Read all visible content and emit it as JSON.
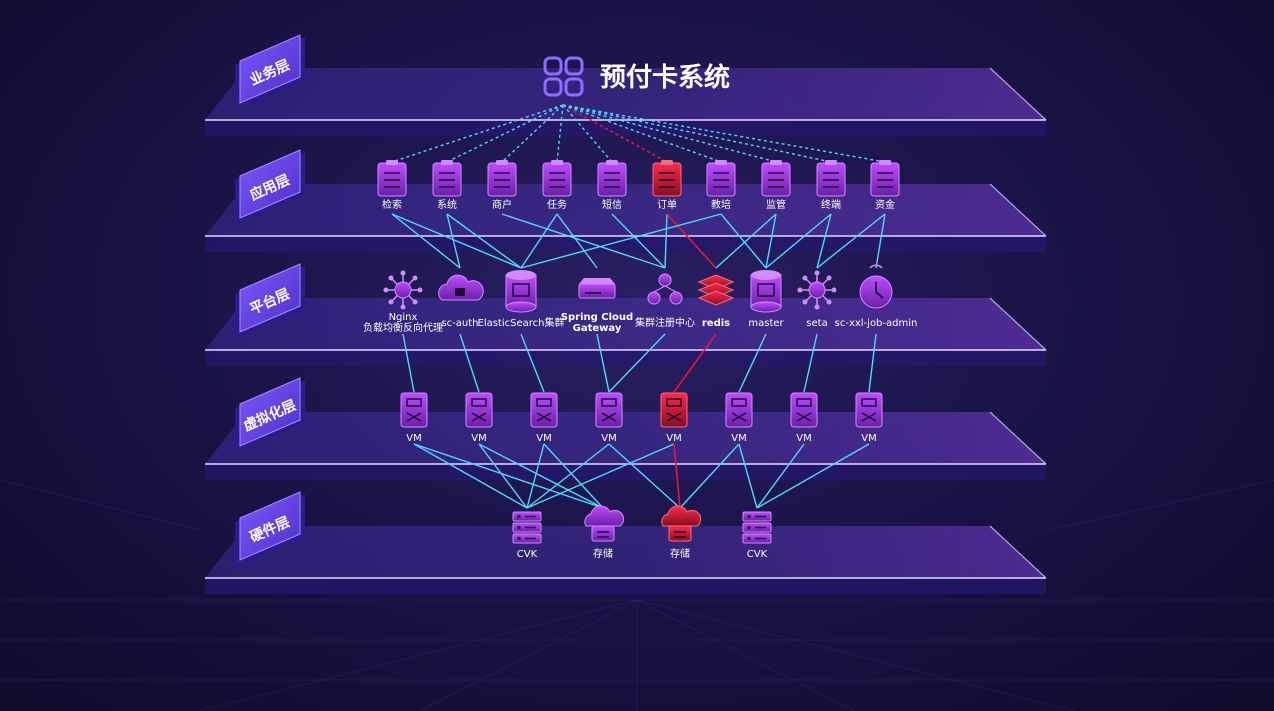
{
  "title": "预付卡系统",
  "colors": {
    "accent": "#b05cff",
    "line": "#4fd8ff",
    "highlight": "#e0193a",
    "tag": "#6b46e8"
  },
  "layers": [
    {
      "label": "业务层"
    },
    {
      "label": "应用层"
    },
    {
      "label": "平台层"
    },
    {
      "label": "虚拟化层"
    },
    {
      "label": "硬件层"
    }
  ],
  "apps": [
    {
      "label": "检索",
      "highlight": false
    },
    {
      "label": "系统",
      "highlight": false
    },
    {
      "label": "商户",
      "highlight": false
    },
    {
      "label": "任务",
      "highlight": false
    },
    {
      "label": "短信",
      "highlight": false
    },
    {
      "label": "订单",
      "highlight": true
    },
    {
      "label": "教培",
      "highlight": false
    },
    {
      "label": "监管",
      "highlight": false
    },
    {
      "label": "终端",
      "highlight": false
    },
    {
      "label": "资金",
      "highlight": false
    }
  ],
  "platform": [
    {
      "label": "Nginx",
      "label2": "负载均衡反向代理",
      "icon": "nginx-icon",
      "highlight": false
    },
    {
      "label": "sc-auth",
      "label2": "",
      "icon": "cloud-lock-icon",
      "highlight": false
    },
    {
      "label": "ElasticSearch集群",
      "label2": "",
      "icon": "database-icon",
      "highlight": false
    },
    {
      "label": "Spring Cloud",
      "label2": "Gateway",
      "icon": "gateway-icon",
      "highlight": false
    },
    {
      "label": "集群注册中心",
      "label2": "",
      "icon": "cluster-icon",
      "highlight": false
    },
    {
      "label": "redis",
      "label2": "",
      "icon": "redis-icon",
      "highlight": true
    },
    {
      "label": "master",
      "label2": "",
      "icon": "mysql-icon",
      "highlight": false
    },
    {
      "label": "seta",
      "label2": "",
      "icon": "network-icon",
      "highlight": false
    },
    {
      "label": "sc-xxl-job-admin",
      "label2": "",
      "icon": "scheduler-icon",
      "highlight": false
    }
  ],
  "vms": [
    {
      "label": "VM",
      "highlight": false
    },
    {
      "label": "VM",
      "highlight": false
    },
    {
      "label": "VM",
      "highlight": false
    },
    {
      "label": "VM",
      "highlight": false
    },
    {
      "label": "VM",
      "highlight": true
    },
    {
      "label": "VM",
      "highlight": false
    },
    {
      "label": "VM",
      "highlight": false
    },
    {
      "label": "VM",
      "highlight": false
    }
  ],
  "hardware": [
    {
      "label": "CVK",
      "icon": "server-icon",
      "highlight": false
    },
    {
      "label": "存储",
      "icon": "storage-icon",
      "highlight": false
    },
    {
      "label": "存储",
      "icon": "storage-icon",
      "highlight": true
    },
    {
      "label": "CVK",
      "icon": "server-icon",
      "highlight": false
    }
  ]
}
